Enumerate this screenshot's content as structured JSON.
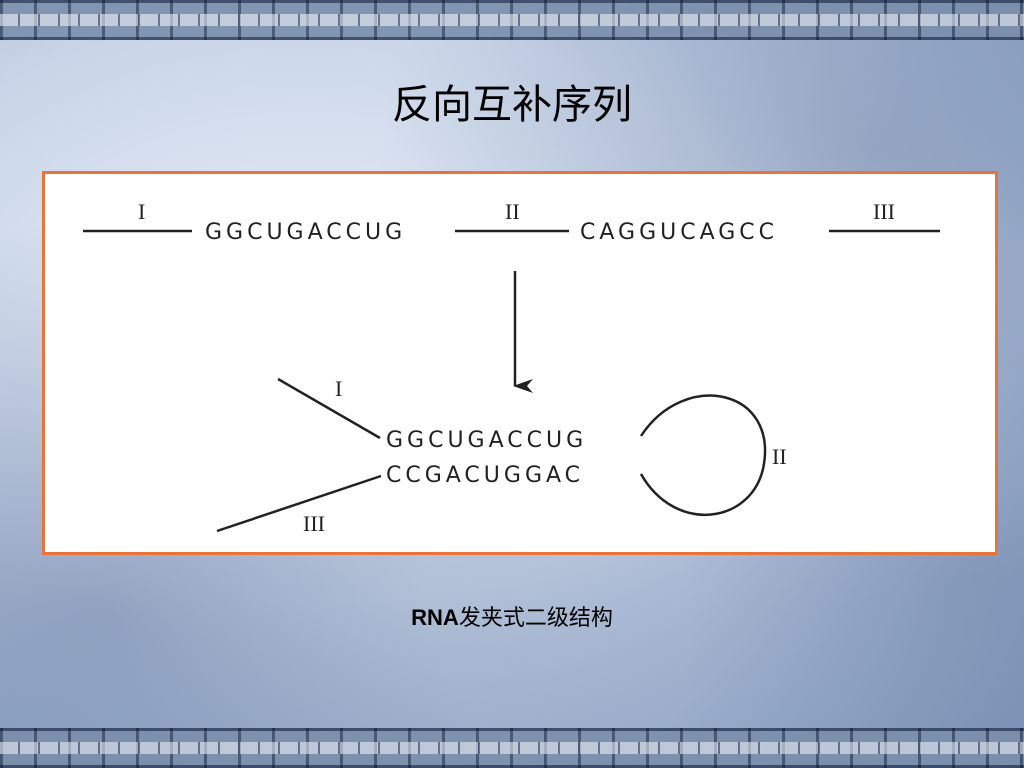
{
  "slide": {
    "title": "反向互补序列",
    "caption_prefix": "RNA",
    "caption_text": "发夹式二级结构"
  },
  "diagram": {
    "linear": {
      "region_I": "I",
      "seq_left": "GGCUGACCUG",
      "region_II": "II",
      "seq_right": "CAGGUCAGCC",
      "region_III": "III"
    },
    "hairpin": {
      "region_I": "I",
      "top_strand": "GGCUGACCUG",
      "bottom_strand": "CCGACUGGAC",
      "loop_label": "II",
      "region_III": "III"
    }
  },
  "colors": {
    "frame_border": "#e8743b",
    "ink": "#222222"
  }
}
